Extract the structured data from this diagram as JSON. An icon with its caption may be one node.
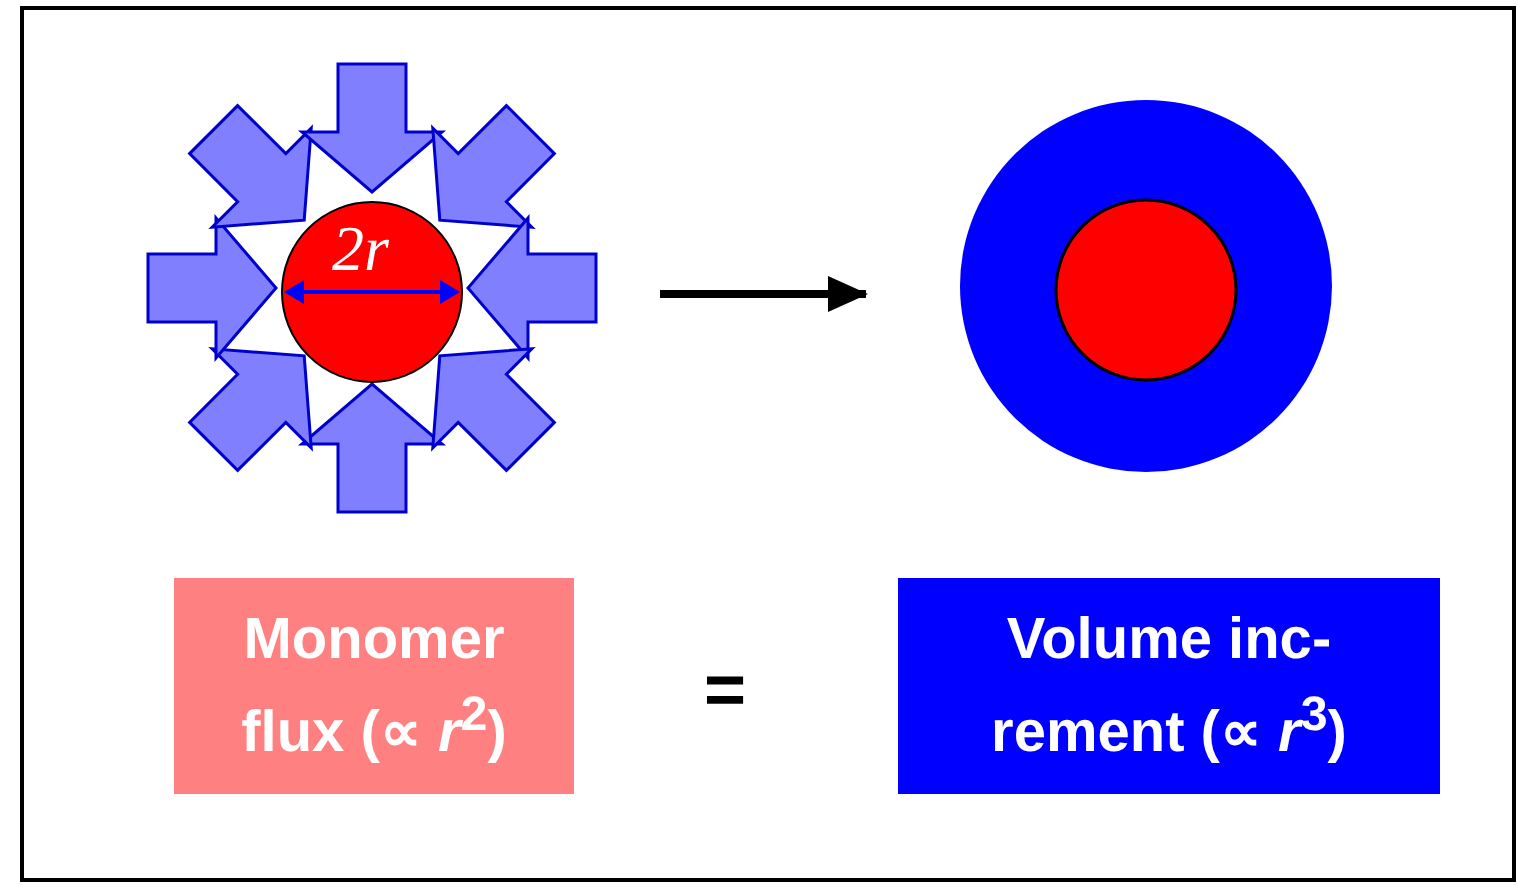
{
  "diagram": {
    "nodes": [
      {
        "text": [],
        "shape": "picture"
      },
      {
        "text": [],
        "shape": "circle"
      },
      {
        "text": [
          "Monomer flux (∝ *r*$^{2}$)"
        ]
      },
      {
        "text": [
          "Volume inc- rement (∝ *r*$^{3}$)"
        ]
      }
    ],
    "edges": [
      {
        "from": 0,
        "to": 1,
        "arrow": "to"
      }
    ],
    "labels": [
      "2r",
      "="
    ]
  }
}
